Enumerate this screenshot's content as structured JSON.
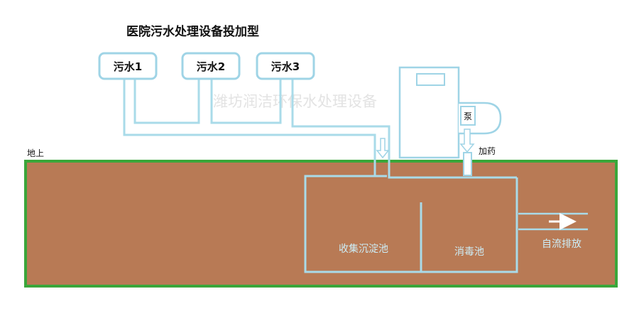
{
  "title": "医院污水处理设备投加型",
  "watermark": "潍坊润洁环保水处理设备",
  "inlets": [
    "污水1",
    "污水2",
    "污水3"
  ],
  "ground_label": "地上",
  "pump_label": "泵",
  "dosing_label": "加药",
  "tanks": {
    "collection": "收集沉淀池",
    "disinfection": "消毒池"
  },
  "outlet_label": "自流排放",
  "colors": {
    "soil": "#b87a55",
    "soil_border": "#3aa63a",
    "pipe": "#a9dbe9",
    "tank_line": "#a9dbe9",
    "box_border": "#9fd4e6",
    "text_dark": "#111111",
    "text_light": "#cdeef8",
    "watermark": "#e6e6e6"
  }
}
